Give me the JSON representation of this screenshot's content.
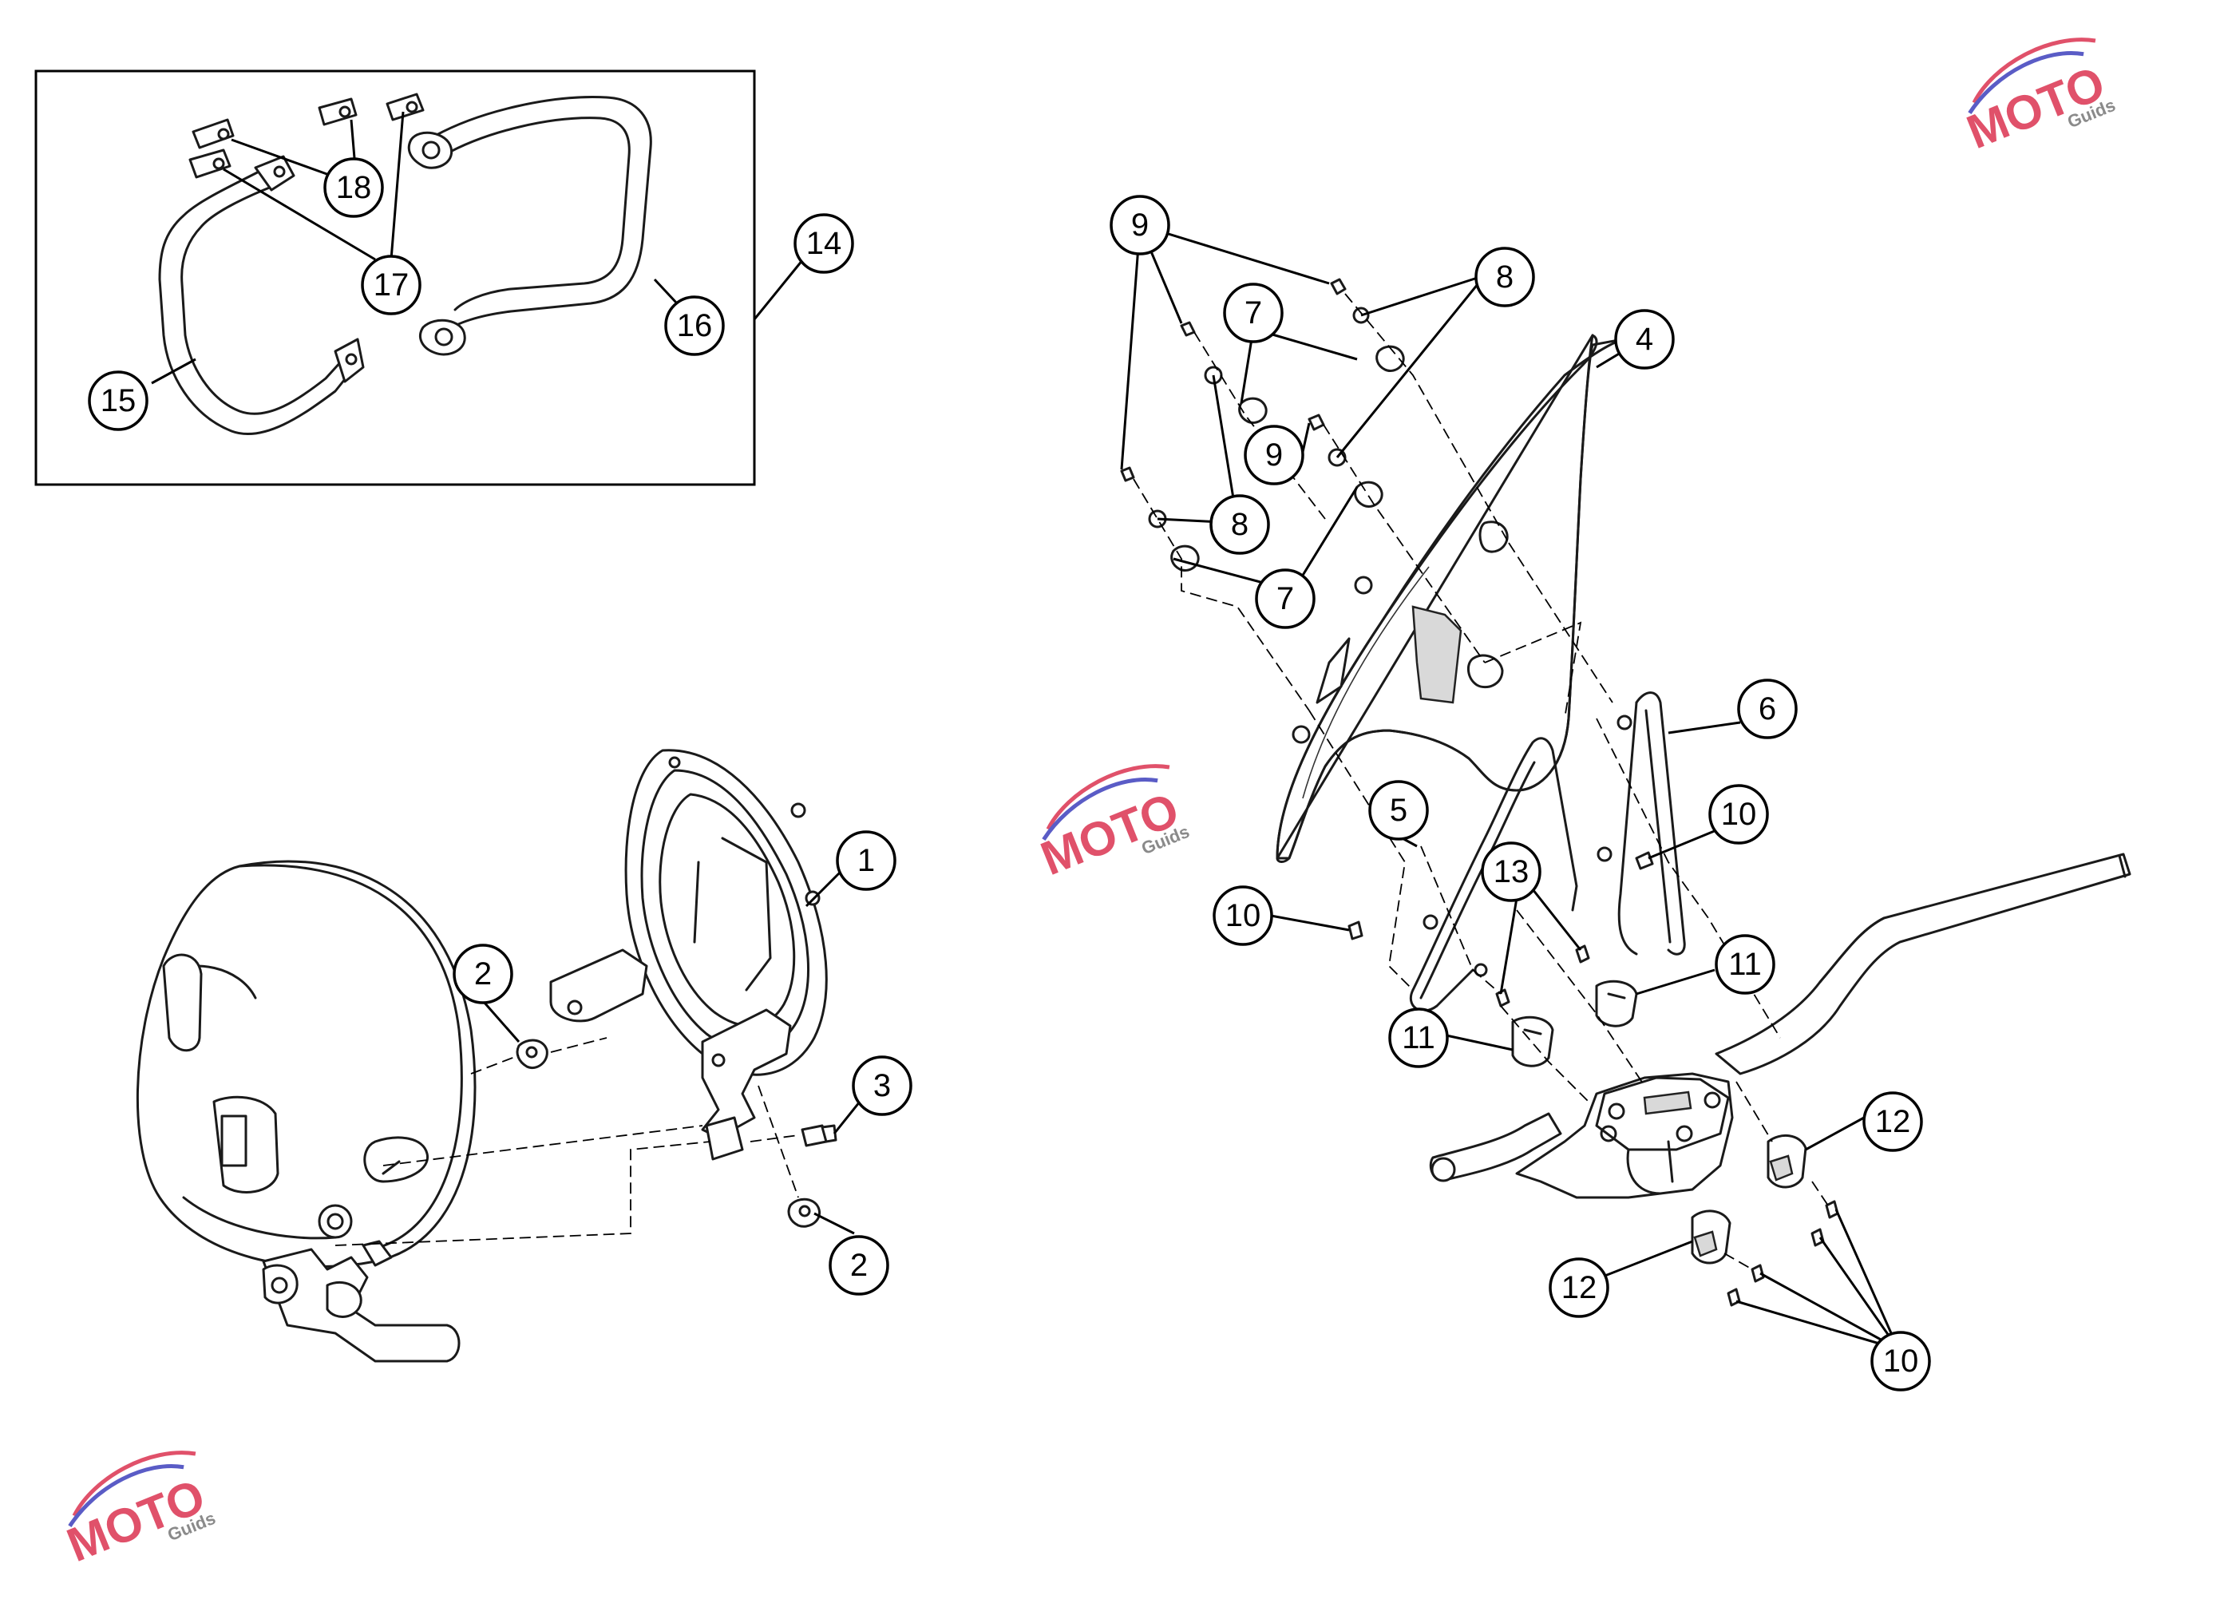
{
  "colors": {
    "line": "#1a1a1a",
    "background": "#ffffff",
    "watermark_red": "#e0516a",
    "watermark_blue": "#5a5cc6",
    "watermark_gray": "#8a8a8a"
  },
  "inset": {
    "callouts": [
      "14",
      "15",
      "16",
      "17",
      "18"
    ]
  },
  "headlight": {
    "callouts": [
      "1",
      "2",
      "2",
      "3"
    ]
  },
  "windscreen": {
    "callouts": [
      "4",
      "5",
      "6",
      "7",
      "7",
      "8",
      "8",
      "9",
      "9",
      "10",
      "10",
      "10",
      "11",
      "11",
      "12",
      "12",
      "13"
    ]
  },
  "watermark": {
    "logo_text": "MOTO",
    "sub_text": "Guids"
  }
}
